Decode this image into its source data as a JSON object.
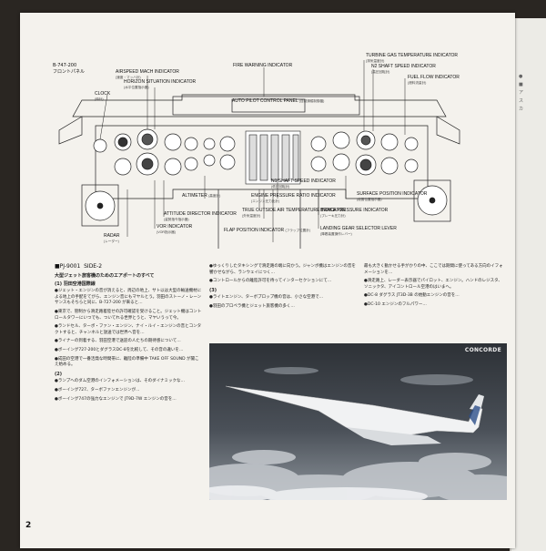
{
  "panel": {
    "model": "B-747-200",
    "title_jp": "フロントパネル"
  },
  "labels": {
    "airspeed_mach": "AIRSPEED MACH INDICATOR",
    "airspeed_mach_jp": "(速度・マッハ計)",
    "horizon": "HORIZON SITUATION INDICATOR",
    "horizon_jp": "(水平位置指示器)",
    "clock": "CLOCK",
    "clock_jp": "(時計)",
    "fire_warning": "FIRE WARNING INDICATOR",
    "autopilot": "AUTO PILOT CONTROL PANEL",
    "autopilot_jp": "(自動操縦制御盤)",
    "turbine_gas": "TURBINE GAS TEMPERATURE INDICATOR",
    "turbine_gas_jp": "(排気温度計)",
    "n2_shaft": "N2 SHAFT SPEED INDICATOR",
    "n2_shaft_jp": "(高圧回転計)",
    "fuel_flow": "FUEL FLOW INDICATOR",
    "fuel_flow_jp": "(燃料流量計)",
    "n1_shaft": "N1 SHAFT SPEED INDICATOR",
    "n1_shaft_jp": "(低圧回転計)",
    "altimeter": "ALTIMETER",
    "altimeter_jp": "(高度計)",
    "engine_pressure": "ENGINE PRESSURE RATIO INDICATOR",
    "engine_pressure_jp": "(エンジン圧力比計)",
    "true_outside_air": "TRUE OUTSIDE AIR TEMPERATURE INDICATOR",
    "true_outside_air_jp": "(外気温度計)",
    "flap_position": "FLAP POSITION INDICATOR",
    "flap_position_jp": "(フラップ位置計)",
    "surface_position": "SURFACE POSITION INDICATOR",
    "surface_position_jp": "(舵面位置指示器)",
    "brake_pressure": "BRAKE PRESSURE INDICATOR",
    "brake_pressure_jp": "(ブレーキ圧力計)",
    "landing_gear": "LANDING GEAR SELECTOR LEVER",
    "landing_gear_jp": "(降着装置操作レバー)",
    "attitude_director": "ATTITUDE DIRECTOR INDICATOR",
    "attitude_director_jp": "(姿勢指令指示器)",
    "vor": "VOR INDICATOR",
    "vor_jp": "(VOR指示器)",
    "radar": "RADAR",
    "radar_jp": "(レーダー)"
  },
  "article": {
    "catalog": "PJ-9001",
    "side": "SIDE-2",
    "title": "大型ジェット旅客機のためのエアポートのすべて",
    "sub1": "(1) 羽田空港国際線",
    "col1_p1": "●ジェット・エンジンの音が消えると、周辺の地上、サト以は大型の輸送機材による地上の手配をてがら、エンジン音にもマヤルとう。羽田のストーノ・レーンサンスもそちらと同に、B-727-200 が来ると…",
    "col1_p2": "●東京で、管制から滑走路着陸せの許可確認を受けること。ジェット機はコントロールタワーにいつでも、ついてれる世界とうと、マヤいうって今。",
    "col1_p3": "●ランドセル、ターボ・ファン・エンジン、ナイ・ルイ・エンジンの音とコンタクトすると、チャンネルと放送では世界へ音を…",
    "col1_p4": "●ライナーの到着する、羽田空港で送迎の人たちの期待感について…",
    "col1_p5": "●ボーイング727-200とダグラスDC-8を比較して、その音の違いを…",
    "col1_p6": "●成田の空港で一番活発な時間帯に、離陸の準備中 TAKE OFF SOUND が聞こえ始める。",
    "sub2": "(2)",
    "col1_p7": "●ランプへのダム空港のインフォメーションは、そのダイナミックな…",
    "col1_p8": "●ボーイング727、ターボファンエンジンが…",
    "col1_p9": "●ボーイング747の強力なエンジンで JT9D-7W エンジンの音を…",
    "col2_p1": "●ゆっくりしたタキシングで滑走路の端に向かう。ジャンボ機はエンジンの音を響かせながら、ランウェイにつく…",
    "col2_p2": "●コントロールからの離陸許可を待ってインターセクションにて…",
    "sub3": "(3)",
    "col2_p3": "●ライトエンジン、ターボプロップ機の音は、小さな空港で…",
    "col2_p4": "●羽田のプロペラ機とジェット旅客機の多く…",
    "col3_p1": "最も大きく動かせる手がかりの中、ここでは期間に使ってある方向のイフォメーションを…",
    "col3_p2": "●滑走路上、レーダー表示器でパイロット、エンジン。ハンドのレジスタ、ソニックタ、アイコントロール空港のはいまへ。",
    "col3_p3": "●DC-8 ダグラス JT3D-3B の始動エンジンの音を…",
    "col3_p4": "●DC-10 エンジンのフルパワー…"
  },
  "photo": {
    "label": "CONCORDE"
  },
  "page_number": "2"
}
